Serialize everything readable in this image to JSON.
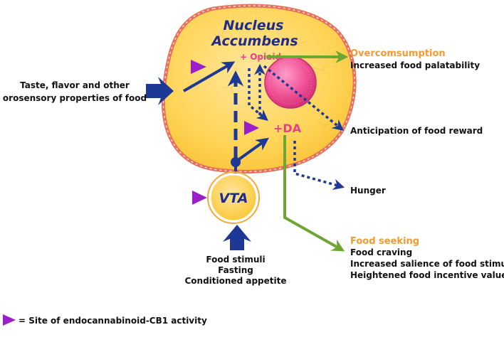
{
  "nucleus": {
    "title_line1": "Nucleus",
    "title_line2": "Accumbens",
    "opioid_label": "+ Opioid",
    "da_label": "+DA"
  },
  "vta_label": "VTA",
  "left_input": {
    "line1": "Taste, flavor and other",
    "line2": "orosensory properties of food"
  },
  "bottom_input": {
    "line1": "Food stimuli",
    "line2": "Fasting",
    "line3": "Conditioned appetite"
  },
  "outputs": {
    "overconsumption": {
      "heading": "Overcomsumption",
      "line1": "Increased food palatability"
    },
    "anticipation": "Anticipation of food reward",
    "hunger": "Hunger",
    "food_seeking": {
      "heading": "Food seeking",
      "line1": "Food craving",
      "line2": "Increased salience of food stimuli",
      "line3": "Heightened food incentive value"
    }
  },
  "legend": {
    "text": "= Site of endocannabinoid-CB1 activity"
  },
  "colors": {
    "cell_fill": "#ffd456",
    "membrane": "#e8705a",
    "arrow_navy": "#1e3896",
    "arrow_green": "#6ea535",
    "cb1_purple": "#9a1fc8",
    "pink_text": "#e83f8d",
    "orange_text": "#f39a33"
  }
}
